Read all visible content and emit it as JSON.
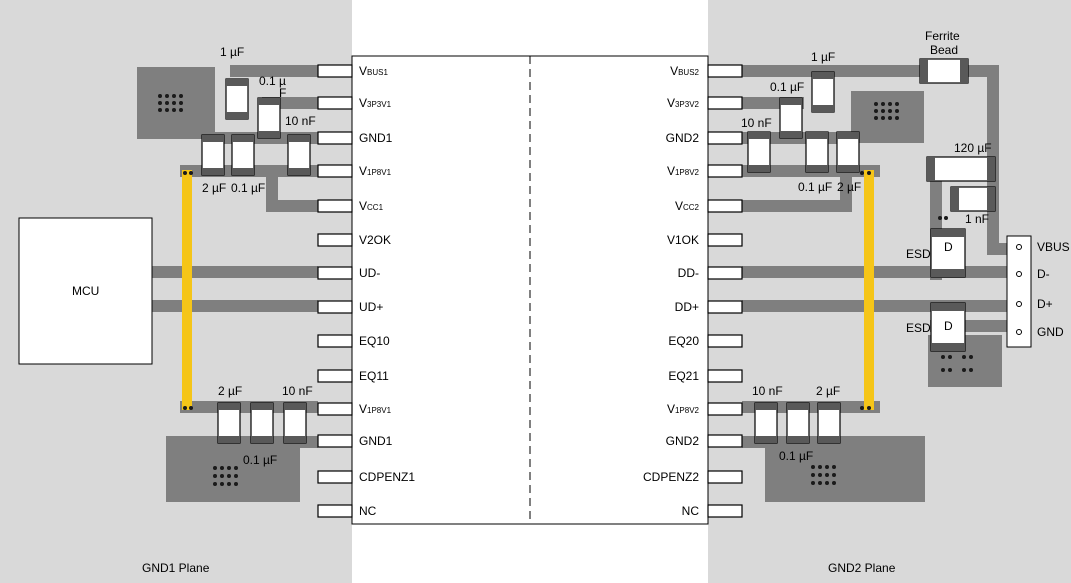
{
  "planes": {
    "left": "GND1 Plane",
    "right": "GND2 Plane"
  },
  "mcu": {
    "label": "MCU"
  },
  "ic": {
    "left_pins": [
      {
        "main": "V",
        "sub": "BUS1"
      },
      {
        "main": "V",
        "sub": "3P3V1"
      },
      {
        "main": "GND1",
        "sub": ""
      },
      {
        "main": "V",
        "sub": "1P8V1"
      },
      {
        "main": "V",
        "sub": "CC1"
      },
      {
        "main": "V2OK",
        "sub": ""
      },
      {
        "main": "UD-",
        "sub": ""
      },
      {
        "main": "UD+",
        "sub": ""
      },
      {
        "main": "EQ10",
        "sub": ""
      },
      {
        "main": "EQ11",
        "sub": ""
      },
      {
        "main": "V",
        "sub": "1P8V1"
      },
      {
        "main": "GND1",
        "sub": ""
      },
      {
        "main": "CDPENZ1",
        "sub": ""
      },
      {
        "main": "NC",
        "sub": ""
      }
    ],
    "right_pins": [
      {
        "main": "V",
        "sub": "BUS2"
      },
      {
        "main": "V",
        "sub": "3P3V2"
      },
      {
        "main": "GND2",
        "sub": ""
      },
      {
        "main": "V",
        "sub": "1P8V2"
      },
      {
        "main": "V",
        "sub": "CC2"
      },
      {
        "main": "V1OK",
        "sub": ""
      },
      {
        "main": "DD-",
        "sub": ""
      },
      {
        "main": "DD+",
        "sub": ""
      },
      {
        "main": "EQ20",
        "sub": ""
      },
      {
        "main": "EQ21",
        "sub": ""
      },
      {
        "main": "V",
        "sub": "1P8V2"
      },
      {
        "main": "GND2",
        "sub": ""
      },
      {
        "main": "CDPENZ2",
        "sub": ""
      },
      {
        "main": "NC",
        "sub": ""
      }
    ]
  },
  "cap_labels": {
    "l_1uf": "1 µF",
    "l_01uf_a": "0.1 µ",
    "l_01uf_b": "F",
    "l_10nf": "10 nF",
    "l_2uf": "2 µF",
    "l_01uf_2": "0.1 µF",
    "l_bot_2uf": "2 µF",
    "l_bot_10nf": "10 nF",
    "l_bot_01uf": "0.1 µF",
    "r_1uf": "1 µF",
    "r_01uf": "0.1 µF",
    "r_10nf": "10 nF",
    "r_01uf_2": "0.1 µF",
    "r_2uf": "2 µF",
    "r_bot_10nf": "10 nF",
    "r_bot_2uf": "2 µF",
    "r_bot_01uf": "0.1 µF",
    "ferrite_1": "Ferrite",
    "ferrite_2": "Bead",
    "c120": "120 µF",
    "c1nf": "1 nF",
    "esd1": "ESD",
    "esd2": "ESD",
    "diode": "D"
  },
  "connector": [
    "VBUS",
    "D-",
    "D+",
    "GND"
  ],
  "colors": {
    "plane": "#d9d9d9",
    "trace": "#7f7f7f",
    "pad": "#595959",
    "yellow": "#f5c518",
    "via": "#1a1a1a"
  }
}
